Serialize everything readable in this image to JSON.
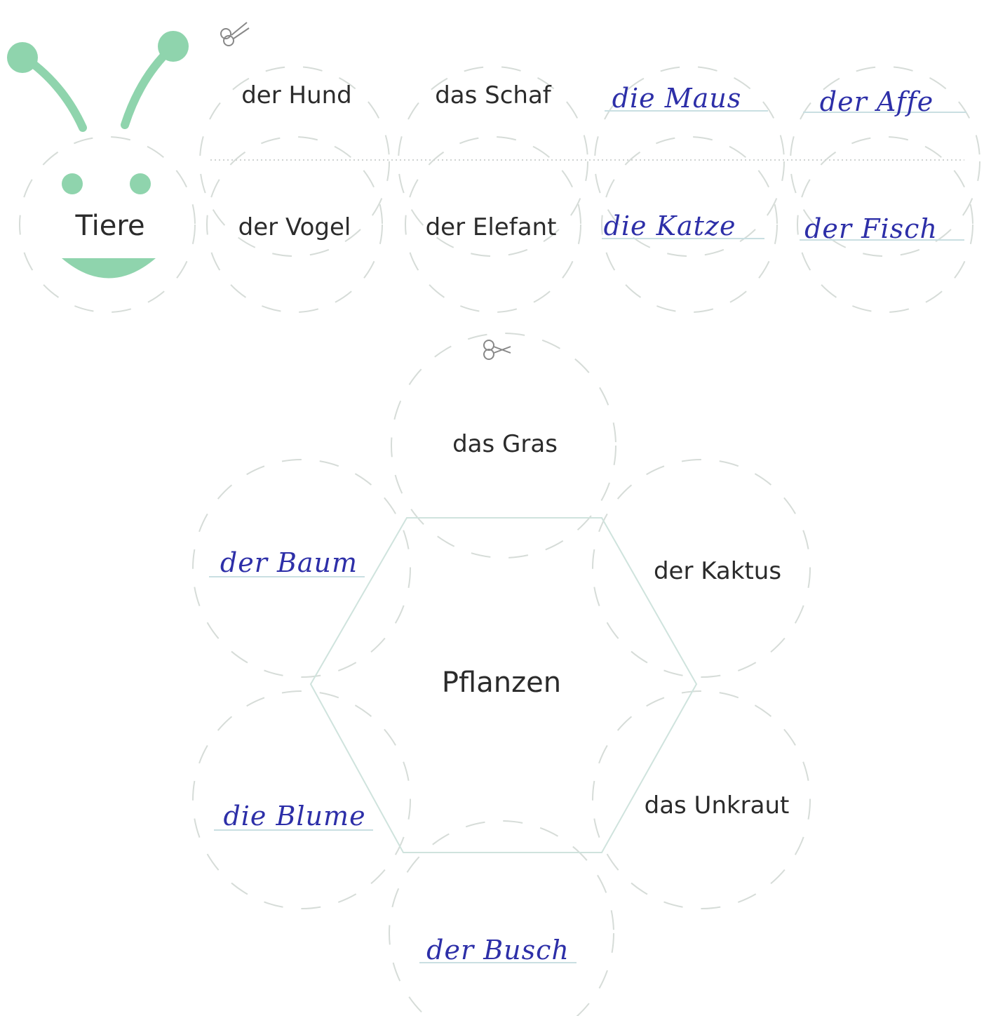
{
  "animals": {
    "title": "Tiere",
    "printed": [
      "der Hund",
      "das Schaf",
      "der Vogel",
      "der Elefant"
    ],
    "written": [
      "die Maus",
      "der Affe",
      "die Katze",
      "der Fisch"
    ]
  },
  "plants": {
    "title": "Pflanzen",
    "printed": [
      "das Gras",
      "der Kaktus",
      "das Unkraut"
    ],
    "written": [
      "der Baum",
      "die Blume",
      "der Busch"
    ]
  },
  "colors": {
    "accent": "#8fd4ad",
    "handwriting": "#2d2fa8",
    "dash": "#cfd8d3"
  },
  "icons": [
    "scissors-icon",
    "caterpillar-face-icon"
  ]
}
